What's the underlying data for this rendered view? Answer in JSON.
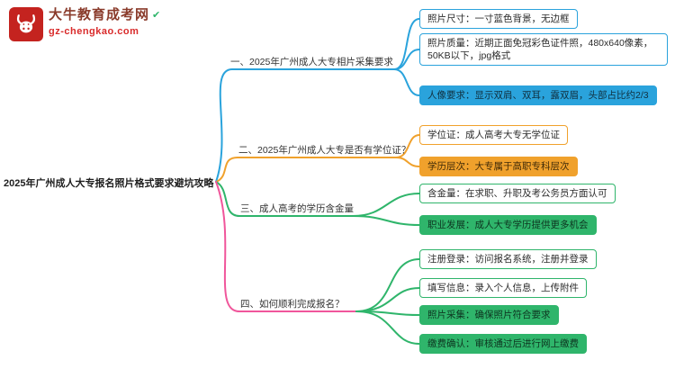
{
  "logo": {
    "site_name": "大牛教育成考网",
    "site_url": "gz-chengkao.com",
    "badge_icon": "bull-icon",
    "check_icon": "✔"
  },
  "root": {
    "title": "2025年广州成人大专报名照片格式要求避坑攻略"
  },
  "colors": {
    "blue": "#2aa3dc",
    "orange": "#f0a12c",
    "green": "#2fb56b",
    "pink": "#f0569b",
    "logo_red": "#c4231f",
    "logo_text": "#8a3b2b",
    "url_red": "#d92b2b"
  },
  "branches": [
    {
      "label": "一、2025年广州成人大专相片采集要求",
      "color": "#2aa3dc",
      "children": [
        {
          "text": "照片尺寸：一寸蓝色背景，无边框",
          "filled": false
        },
        {
          "text": "照片质量：近期正面免冠彩色证件照，480x640像素，50KB以下，jpg格式",
          "filled": false
        },
        {
          "text": "人像要求：显示双肩、双耳，露双眉，头部占比约2/3",
          "filled": true
        }
      ]
    },
    {
      "label": "二、2025年广州成人大专是否有学位证？",
      "color": "#f0a12c",
      "children": [
        {
          "text": "学位证：成人高考大专无学位证",
          "filled": false
        },
        {
          "text": "学历层次：大专属于高职专科层次",
          "filled": true
        }
      ]
    },
    {
      "label": "三、成人高考的学历含金量",
      "color": "#2fb56b",
      "children": [
        {
          "text": "含金量：在求职、升职及考公务员方面认可",
          "filled": false
        },
        {
          "text": "职业发展：成人大专学历提供更多机会",
          "filled": true
        }
      ]
    },
    {
      "label": "四、如何顺利完成报名？",
      "color": "#f0569b",
      "children": [
        {
          "text": "注册登录：访问报名系统，注册并登录",
          "filled": false
        },
        {
          "text": "填写信息：录入个人信息，上传附件",
          "filled": false
        },
        {
          "text": "照片采集：确保照片符合要求",
          "filled": true
        },
        {
          "text": "缴费确认：审核通过后进行网上缴费",
          "filled": true
        }
      ]
    }
  ]
}
